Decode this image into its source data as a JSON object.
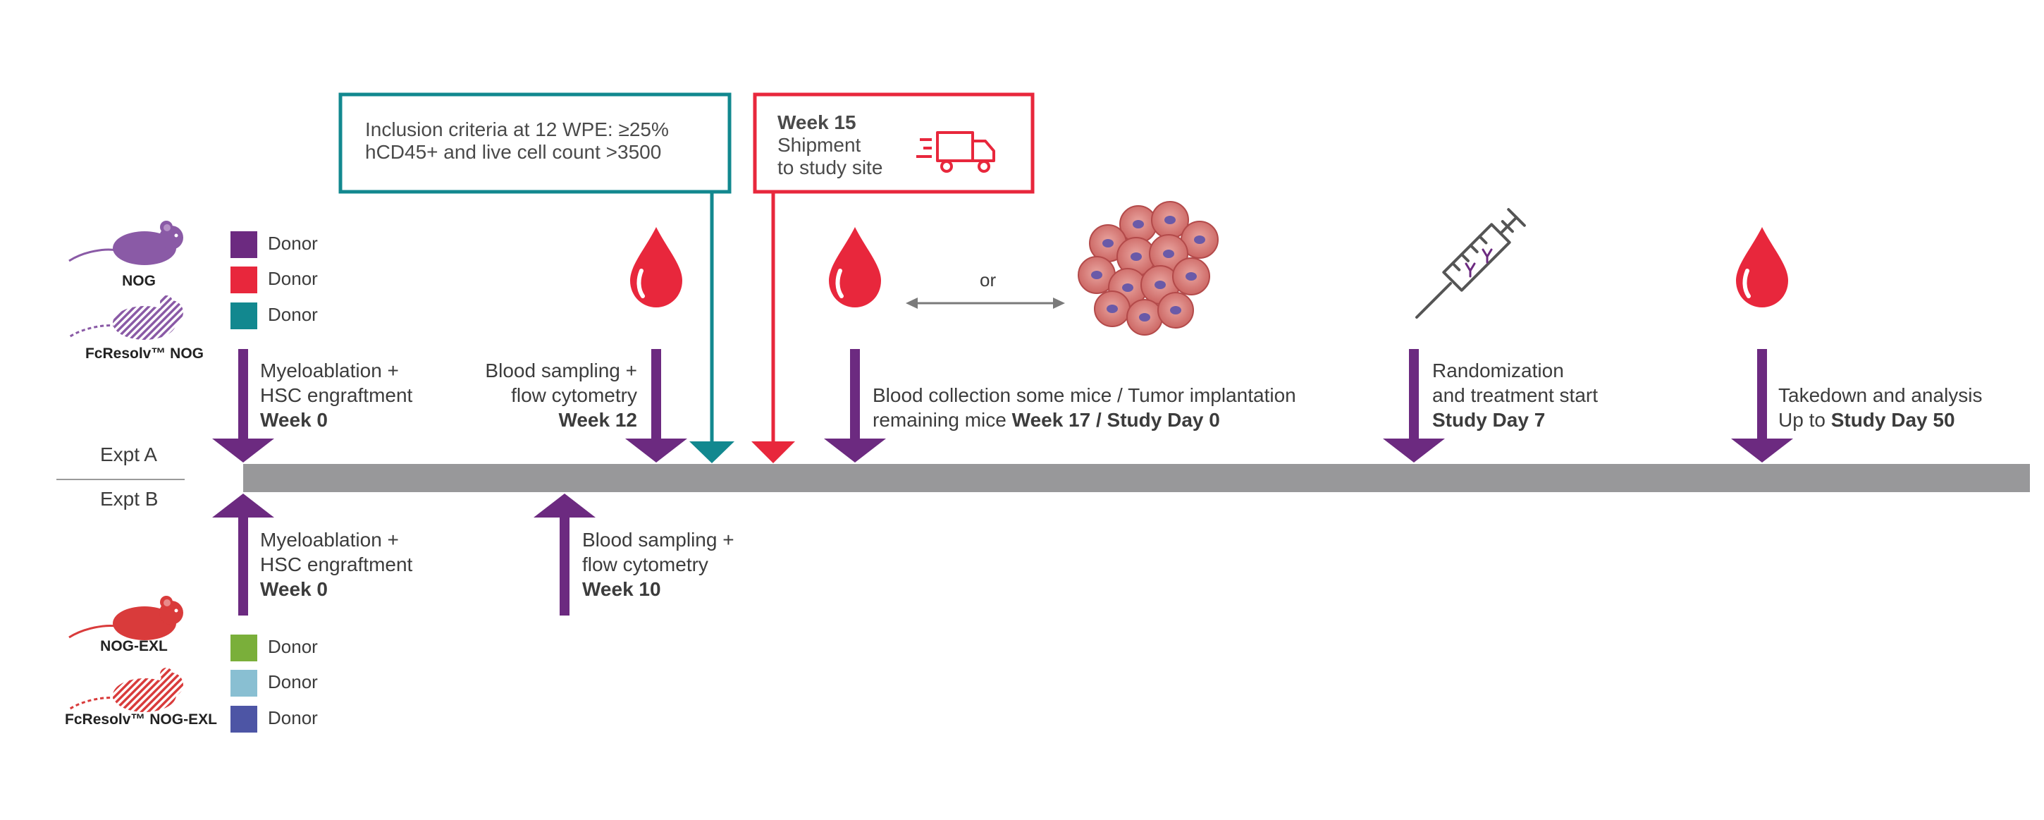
{
  "colors": {
    "purple": "#6c2a80",
    "red": "#e8273c",
    "teal": "#12888f",
    "timeline_gray": "#98989a",
    "green": "#7aaf3a",
    "light_blue": "#89bfd2",
    "indigo": "#4d55a5"
  },
  "mice": {
    "nog": "NOG",
    "fcresolv_nog": "FcResolv™ NOG",
    "nog_exl": "NOG-EXL",
    "fcresolv_nog_exl": "FcResolv™ NOG-EXL"
  },
  "donors_top": [
    {
      "label": "Donor",
      "color": "#6c2a80"
    },
    {
      "label": "Donor",
      "color": "#e8273c"
    },
    {
      "label": "Donor",
      "color": "#12888f"
    }
  ],
  "donors_bottom": [
    {
      "label": "Donor",
      "color": "#7aaf3a"
    },
    {
      "label": "Donor",
      "color": "#89bfd2"
    },
    {
      "label": "Donor",
      "color": "#4d55a5"
    }
  ],
  "expt_a": "Expt A",
  "expt_b": "Expt B",
  "inclusion_box": {
    "line1": "Inclusion criteria at 12 WPE: ≥25%",
    "line2": "hCD45+ and live cell count >3500"
  },
  "shipment_box": {
    "week": "Week 15",
    "line1": "Shipment",
    "line2": "to study site"
  },
  "or_label": "or",
  "events_a": {
    "myelo": {
      "line1": "Myeloablation +",
      "line2": "HSC engraftment",
      "line3": "Week 0"
    },
    "blood12": {
      "line1": "Blood sampling +",
      "line2": "flow cytometry",
      "line3": "Week 12"
    },
    "collection": {
      "line1": "Blood collection some mice / Tumor implantation",
      "line2_prefix": "remaining mice ",
      "line2_bold": "Week 17 / Study Day 0"
    },
    "random": {
      "line1": "Randomization",
      "line2": "and treatment start",
      "line3": "Study Day 7"
    },
    "takedown": {
      "line1": "Takedown and analysis",
      "line2_prefix": "Up to ",
      "line2_bold": "Study Day 50"
    }
  },
  "events_b": {
    "myelo": {
      "line1": "Myeloablation +",
      "line2": "HSC engraftment",
      "line3": "Week 0"
    },
    "blood10": {
      "line1": "Blood sampling +",
      "line2": "flow cytometry",
      "line3": "Week 10"
    }
  }
}
